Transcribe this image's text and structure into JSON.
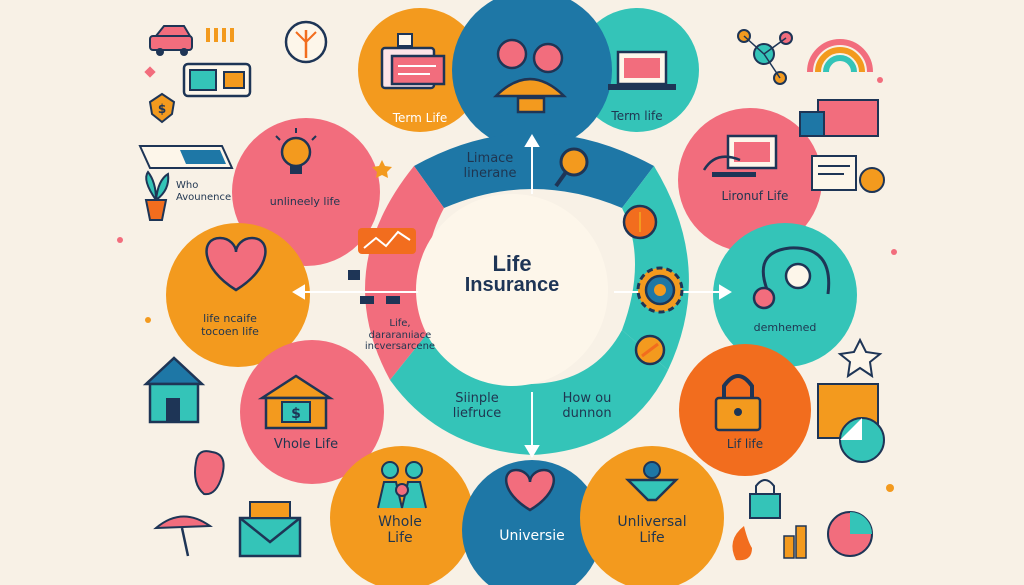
{
  "hub": {
    "line1": "Life",
    "line2": "Insurance"
  },
  "ring_labels": {
    "top": [
      "Limace",
      "linerane"
    ],
    "left": [
      "Life,",
      "dararanıiace",
      "incversarcene"
    ],
    "bottom_left": [
      "Siinple",
      "liefruce"
    ],
    "bottom_right": [
      "How ou",
      "dunnon"
    ]
  },
  "outer_labels": {
    "term_life_left": "Term Life",
    "term_life_right": "Term life",
    "unlinely": "unlineely life",
    "lironuf": "Lironuf Life",
    "life_ncaife": [
      "life ncaife",
      "tocoen life"
    ],
    "deminemed": "demhemed",
    "whole_life_pink": "Vhole Life",
    "lif_life": "Lif life",
    "whole_life_orange": [
      "Whole",
      "Life"
    ],
    "universie": "Universie",
    "unliversal": [
      "Unliversal",
      "Life"
    ]
  },
  "side_text": [
    "Who",
    "Avounence"
  ],
  "colors": {
    "background": "#f8f1e6",
    "orange": "#f39a1e",
    "pink": "#f26d7d",
    "teal": "#34c4b8",
    "blue": "#1e77a6",
    "navy": "#1e3556",
    "cream": "#fdf6ea"
  },
  "icons": [
    "car-icon",
    "id-card-icon",
    "tree-icon",
    "vault-icon",
    "person-icon",
    "laptop-icon",
    "network-icon",
    "rainbow-icon",
    "truck-icon",
    "dollar-shield-icon",
    "bulb-icon",
    "plant-icon",
    "money-icon",
    "magnifier-icon",
    "chart-icon",
    "document-icon",
    "heart-icon",
    "gear-icon",
    "pendulum-icon",
    "house-icon",
    "money-house-icon",
    "lock-icon",
    "family-icon",
    "envelope-icon",
    "umbrella-icon",
    "puzzle-icon"
  ]
}
